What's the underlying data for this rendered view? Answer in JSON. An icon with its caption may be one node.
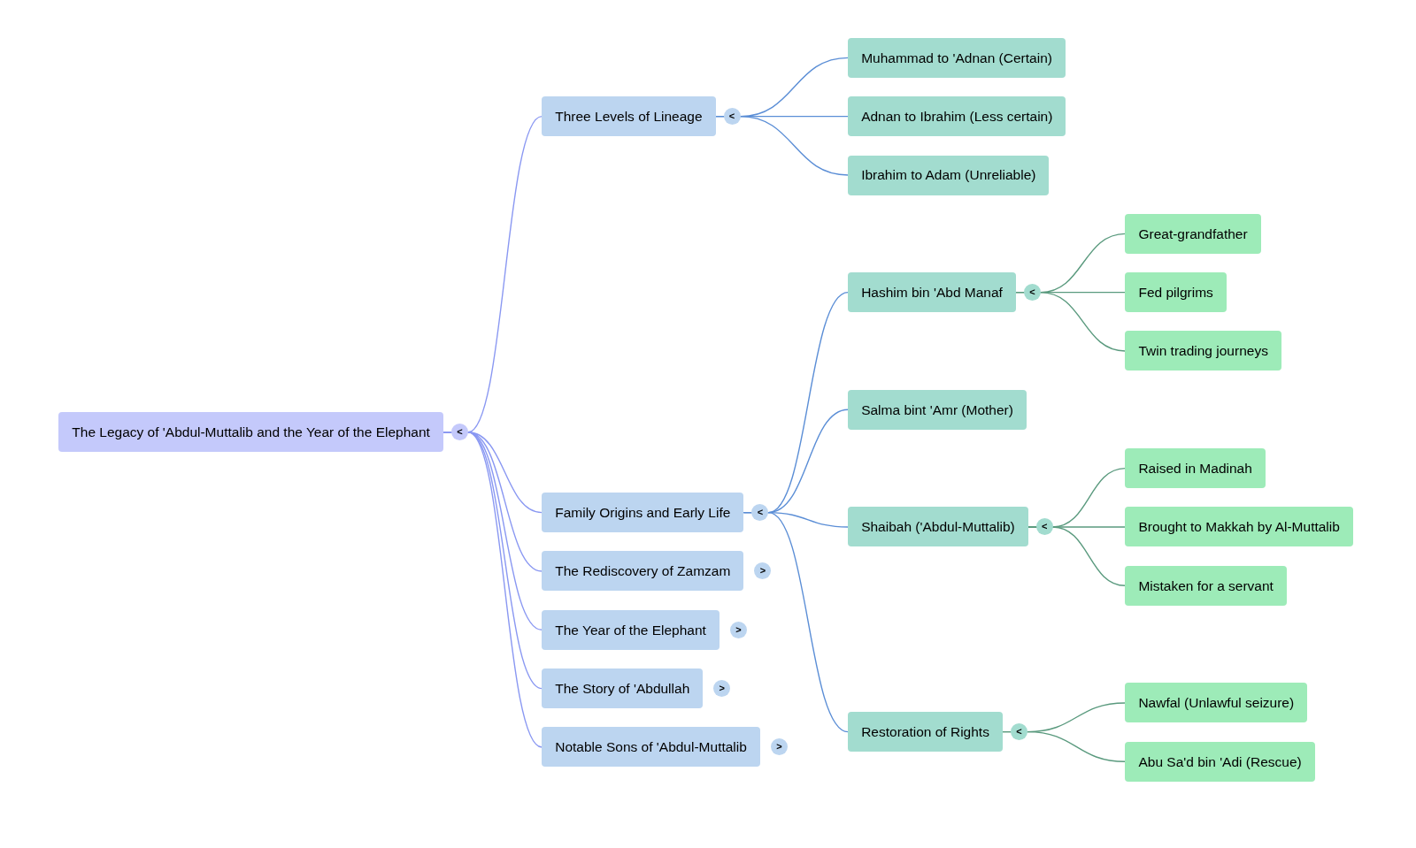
{
  "diagram": {
    "nodes": [
      {
        "text": [
          "The Legacy of 'Abdul-Muttalib and the Year of the Elephant"
        ],
        "beside": [
          "<"
        ]
      },
      {
        "text": [
          "Three Levels of Lineage"
        ],
        "beside": [
          "<"
        ]
      },
      {
        "text": [
          "Muhammad to 'Adnan (Certain)"
        ]
      },
      {
        "text": [
          "Adnan to Ibrahim (Less certain)"
        ]
      },
      {
        "text": [
          "Ibrahim to Adam (Unreliable)"
        ]
      },
      {
        "text": [
          "Hashim bin 'Abd Manaf"
        ],
        "beside": [
          "<"
        ]
      },
      {
        "text": [
          "Great-grandfather"
        ]
      },
      {
        "text": [
          "Fed pilgrims"
        ]
      },
      {
        "text": [
          "Twin trading journeys"
        ]
      },
      {
        "text": [
          "Salma bint 'Amr (Mother)"
        ]
      },
      {
        "text": [
          "Raised in Madinah"
        ]
      },
      {
        "text": [
          "Family Origins and Early Life"
        ],
        "beside": [
          "<"
        ]
      },
      {
        "text": [
          "Shaibah ('Abdul-Muttalib)"
        ],
        "beside": [
          "<"
        ]
      },
      {
        "text": [
          "Brought to Makkah by Al-Muttalib"
        ]
      },
      {
        "text": [
          "The Rediscovery of Zamzam"
        ],
        "beside": [
          ">"
        ]
      },
      {
        "text": [
          "Mistaken for a servant"
        ]
      },
      {
        "text": [
          "The Year of the Elephant"
        ],
        "beside": [
          ">"
        ]
      },
      {
        "text": [
          "The Story of 'Abdullah"
        ],
        "beside": [
          ">"
        ]
      },
      {
        "text": [
          "Nawfal (Unlawful seizure)"
        ]
      },
      {
        "text": [
          "Restoration of Rights"
        ],
        "beside": [
          "<"
        ]
      },
      {
        "text": [
          "Notable Sons of 'Abdul-Muttalib"
        ],
        "beside": [
          ">"
        ]
      },
      {
        "text": [
          "Abu Sa'd bin 'Adi (Rescue)"
        ]
      }
    ],
    "edges": [
      {
        "from": 0,
        "to": 1,
        "arrow": "none",
        "color": "#8a98f2"
      },
      {
        "from": 0,
        "to": 11,
        "arrow": "none",
        "color": "#8a98f2"
      },
      {
        "from": 0,
        "to": 14,
        "arrow": "none",
        "color": "#8a98f2"
      },
      {
        "from": 0,
        "to": 16,
        "arrow": "none",
        "color": "#8a98f2"
      },
      {
        "from": 0,
        "to": 17,
        "arrow": "none",
        "color": "#8a98f2"
      },
      {
        "from": 0,
        "to": 20,
        "arrow": "none",
        "color": "#8a98f2"
      },
      {
        "from": 1,
        "to": 2,
        "arrow": "none",
        "color": "#5b8ed6"
      },
      {
        "from": 1,
        "to": 3,
        "arrow": "none",
        "color": "#5b8ed6"
      },
      {
        "from": 1,
        "to": 4,
        "arrow": "none",
        "color": "#5b8ed6"
      },
      {
        "from": 11,
        "to": 5,
        "arrow": "none",
        "color": "#5b8ed6"
      },
      {
        "from": 11,
        "to": 9,
        "arrow": "none",
        "color": "#5b8ed6"
      },
      {
        "from": 11,
        "to": 12,
        "arrow": "none",
        "color": "#5b8ed6"
      },
      {
        "from": 11,
        "to": 19,
        "arrow": "none",
        "color": "#5b8ed6"
      },
      {
        "from": 5,
        "to": 6,
        "arrow": "none"
      },
      {
        "from": 5,
        "to": 7,
        "arrow": "none"
      },
      {
        "from": 5,
        "to": 8,
        "arrow": "none"
      },
      {
        "from": 12,
        "to": 10,
        "arrow": "none"
      },
      {
        "from": 12,
        "to": 13,
        "arrow": "none"
      },
      {
        "from": 12,
        "to": 15,
        "arrow": "none"
      },
      {
        "from": 19,
        "to": 18,
        "arrow": "none"
      },
      {
        "from": 19,
        "to": 21,
        "arrow": "none"
      }
    ]
  }
}
